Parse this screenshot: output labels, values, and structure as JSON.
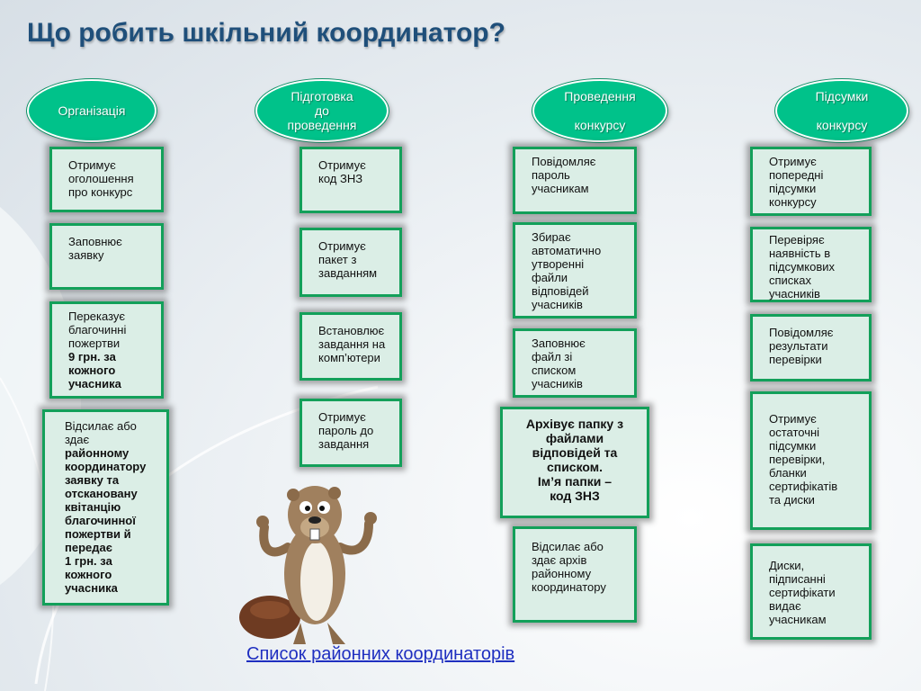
{
  "title": "Що робить шкільний координатор?",
  "columns": [
    {
      "header": "Організація",
      "cards": [
        {
          "text": "Отримує\nоголошення\nпро конкурс",
          "bold": ""
        },
        {
          "text": "Заповнює\nзаявку",
          "bold": ""
        },
        {
          "text": "Переказує\nблагочинні\nпожертви",
          "bold": "9 грн. за\nкожного\nучасника"
        },
        {
          "text": "Відсилає або\nздає",
          "bold": "районному\nкоординатору\nзаявку та\nотскановану\nквітанцію\nблагочинної\nпожертви  й\nпередає\n1 грн. за\nкожного\nучасника"
        }
      ]
    },
    {
      "header": "Підготовка\nдо\nпроведення",
      "cards": [
        {
          "text": "Отримує\nкод ЗНЗ"
        },
        {
          "text": "Отримує\nпакет з\nзавданням"
        },
        {
          "text": "Встановлює\nзавдання на\nкомп’ютери"
        },
        {
          "text": "Отримує\nпароль до\nзавдання"
        }
      ]
    },
    {
      "header": "Проведення\n\nконкурсу",
      "cards": [
        {
          "text": "Повідомляє\nпароль\nучасникам"
        },
        {
          "text": "Збирає\nавтоматично\nутворенні\nфайли\nвідповідей\nучасників"
        },
        {
          "text": "Заповнює\nфайл зі\nсписком\nучасників"
        },
        {
          "text": "Архівує папку з\nфайлами\nвідповідей та\nсписком.\nІм’я папки –\nкод ЗНЗ"
        },
        {
          "text": "Відсилає або\nздає архів\nрайонному\nкоординатору"
        }
      ]
    },
    {
      "header": "Підсумки\n\nконкурсу",
      "cards": [
        {
          "text": "Отримує\nпопередні\nпідсумки\nконкурсу"
        },
        {
          "text": "Перевіряє\nнаявність в\nпідсумкових\nсписках\nучасників"
        },
        {
          "text": "Повідомляє\nрезультати\nперевірки"
        },
        {
          "text": "Отримує\nостаточні\nпідсумки\nперевірки,\nбланки\nсертифікатів\nта диски"
        },
        {
          "text": "Диски,\nпідписанні\nсертифікати\nвидає\nучасникам"
        }
      ]
    }
  ],
  "link_text": "Список районних координаторів",
  "colors": {
    "header_green": "#00c28a",
    "card_border": "#13a05a",
    "card_fill": "#dbeee6",
    "title": "#1f4f7a",
    "link": "#1f2fc0"
  },
  "mascot_icon": "beaver-mascot-icon"
}
